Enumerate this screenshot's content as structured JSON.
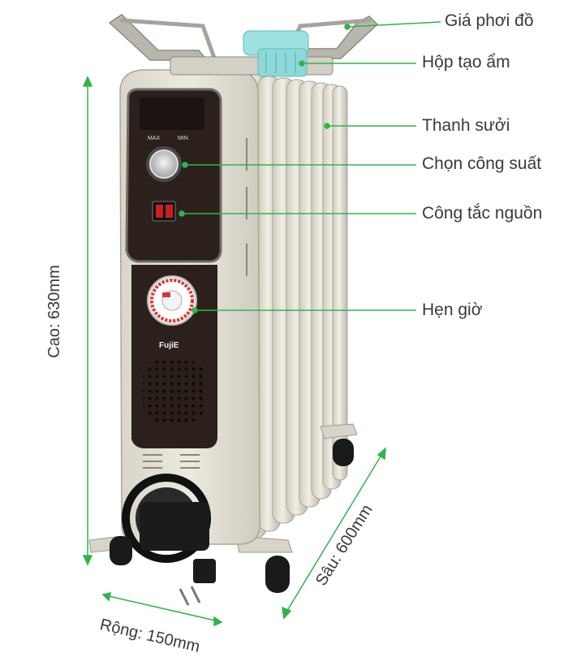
{
  "callouts": [
    {
      "label": "Giá phơi đồ"
    },
    {
      "label": "Hộp tạo ẩm"
    },
    {
      "label": "Thanh sưởi"
    },
    {
      "label": "Chọn công suất"
    },
    {
      "label": "Công tắc nguồn"
    },
    {
      "label": "Hẹn giờ"
    }
  ],
  "dimensions": {
    "height": "Cao: 630mm",
    "width": "Rộng: 150mm",
    "depth": "Sâu: 600mm"
  },
  "product": {
    "brand": "FujiE",
    "knob_max": "MAX",
    "knob_min": "MIN"
  },
  "colors": {
    "accent_green": "#2fb54a",
    "body": "#e6e2d6",
    "panel": "#2b201c",
    "humidifier": "#8fd8d8"
  }
}
